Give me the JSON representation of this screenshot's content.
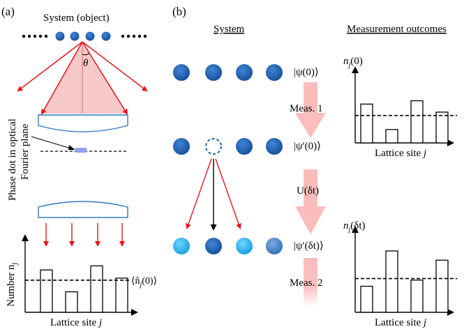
{
  "panel_a": {
    "label": "(a)",
    "system_label": "System (object)",
    "angle_label": "θ",
    "vertical_label_line1": "Phase dot in optical",
    "vertical_label_line2": "Fourier plane",
    "axis_ylabel": "Number n",
    "axis_ylabel_sub": "j",
    "axis_xlabel": "Lattice site ",
    "axis_xlabel_var": "j",
    "mean_label": "⟨n̂",
    "mean_label_rest": "(0)⟩",
    "mean_label_sub": "j",
    "histogram": [
      0.62,
      0.3,
      0.68,
      0.5
    ],
    "mean_level": 0.47
  },
  "panel_b": {
    "label": "(b)",
    "system_header": "System",
    "measurement_header": "Measurement outcomes",
    "state_1": "|ψ(0)⟩",
    "state_2": "|ψ′(0)⟩",
    "state_3": "|ψ′(δt)⟩",
    "meas_1": "Meas. 1",
    "evolve": "U(δt)",
    "meas_2": "Meas. 2",
    "plot_top": {
      "ylabel": "n",
      "ylabel_sub": "j",
      "ylabel_rest": "(0)",
      "xlabel": "Lattice site ",
      "xlabel_var": "j",
      "bars": [
        0.58,
        0.2,
        0.63,
        0.46
      ],
      "mean_level": 0.41
    },
    "plot_bottom": {
      "ylabel": "n",
      "ylabel_sub": "j",
      "ylabel_rest": "(δt)",
      "xlabel": "Lattice site ",
      "xlabel_var": "j",
      "bars": [
        0.34,
        0.8,
        0.42,
        0.68
      ],
      "mean_level": 0.44
    }
  },
  "colors": {
    "atom_dark": "#1f5fae",
    "atom_light": "#29b6f0",
    "atom_mid": "#4a86c8",
    "arrow_red": "#e8141b",
    "cone_fill": "#f7c8c8",
    "lens_stroke": "#2e78c0",
    "phase_dot": "#8fa3f0",
    "big_arrow": "#fbbcbc"
  }
}
